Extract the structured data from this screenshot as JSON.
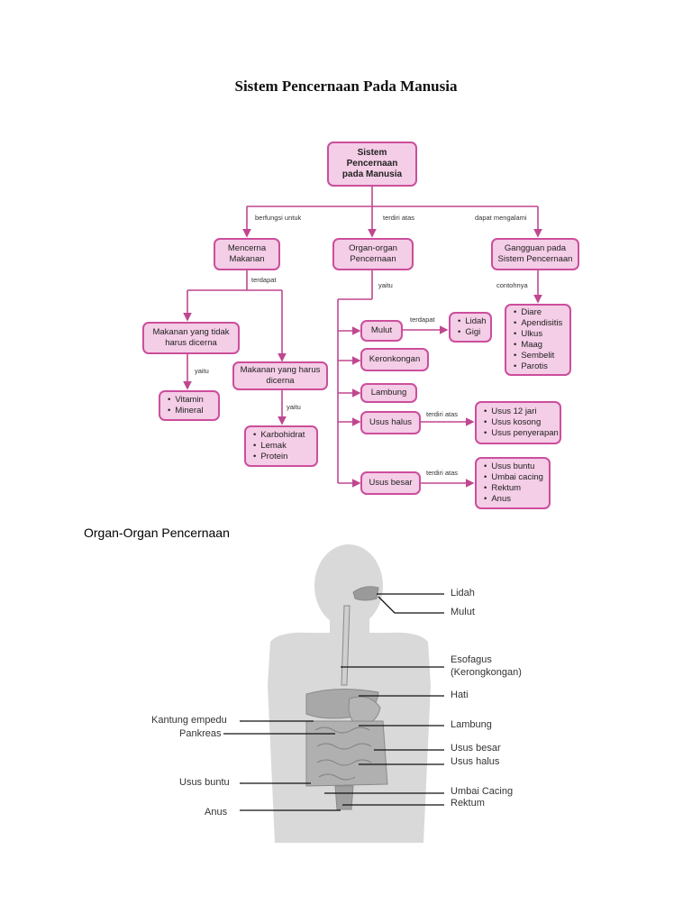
{
  "title": "Sistem Pencernaan Pada Manusia",
  "concept_map": {
    "root": "Sistem\nPencernaan\npada Manusia",
    "edges": {
      "berfungsi": "berfungsi untuk",
      "terdiri": "terdiri atas",
      "mengalami": "dapat mengalami",
      "terdapat1": "terdapat",
      "yaitu_organ": "yaitu",
      "contohnya": "contohnya",
      "terdapat_mulut": "terdapat",
      "yaitu_tidak": "yaitu",
      "yaitu_harus": "yaitu",
      "terdiri_halus": "terdiri atas",
      "terdiri_besar": "terdiri atas"
    },
    "nodes": {
      "mencerna": "Mencerna\nMakanan",
      "organ": "Organ-organ\nPencernaan",
      "gangguan": "Gangguan pada\nSistem Pencernaan",
      "tidak_dicerna": "Makanan yang tidak\nharus dicerna",
      "harus_dicerna": "Makanan yang harus\ndicerna",
      "mulut": "Mulut",
      "kerongkongan": "Keronkongan",
      "lambung": "Lambung",
      "usus_halus": "Usus halus",
      "usus_besar": "Usus besar"
    },
    "lists": {
      "vitamin": [
        "Vitamin",
        "Mineral"
      ],
      "karbo": [
        "Karbohidrat",
        "Lemak",
        "Protein"
      ],
      "mulut_parts": [
        "Lidah",
        "Gigi"
      ],
      "penyakit": [
        "Diare",
        "Apendisitis",
        "Ulkus",
        "Maag",
        "Sembelit",
        "Parotis"
      ],
      "halus_parts": [
        "Usus 12 jari",
        "Usus kosong",
        "Usus penyerapan"
      ],
      "besar_parts": [
        "Usus buntu",
        "Umbai cacing",
        "Rektum",
        "Anus"
      ]
    }
  },
  "section_heading": "Organ-Organ Pencernaan",
  "anatomy_labels": {
    "lidah": "Lidah",
    "mulut": "Mulut",
    "esofagus": "Esofagus",
    "kerongkongan": "(Kerongkongan)",
    "hati": "Hati",
    "lambung": "Lambung",
    "usus_besar": "Usus besar",
    "usus_halus": "Usus halus",
    "umbai": "Umbai Cacing",
    "rektum": "Rektum",
    "kantung": "Kantung empedu",
    "pankreas": "Pankreas",
    "usus_buntu": "Usus buntu",
    "anus": "Anus"
  },
  "colors": {
    "box_fill": "#f4cde6",
    "box_border": "#cc4e9c",
    "line": "#c0478f"
  }
}
